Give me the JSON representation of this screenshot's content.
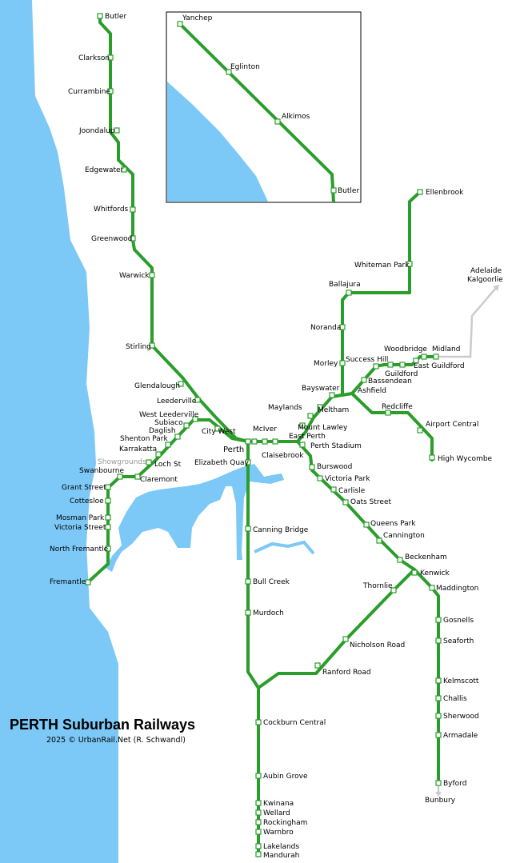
{
  "title": "PERTH Suburban Railways",
  "credit": "2025 © UrbanRail.Net (R. Schwandl)",
  "colors": {
    "line": "#2a9d2a",
    "water": "#7cc8f7",
    "extension": "#cccccc",
    "background": "#ffffff"
  },
  "inset": {
    "stations": [
      "Yanchep",
      "Eglinton",
      "Alkimos",
      "Butler"
    ]
  },
  "stations": {
    "butler": "Butler",
    "clarkson": "Clarkson",
    "currambine": "Currambine",
    "joondalup": "Joondalup",
    "edgewater": "Edgewater",
    "whitfords": "Whitfords",
    "greenwood": "Greenwood",
    "warwick": "Warwick",
    "stirling": "Stirling",
    "glendalough": "Glendalough",
    "leederville": "Leederville",
    "city_west": "City West",
    "perth": "Perth",
    "elizabeth_quay": "Elizabeth Quay",
    "west_leederville": "West Leederville",
    "subiaco": "Subiaco",
    "daglish": "Daglish",
    "shenton_park": "Shenton Park",
    "karrakatta": "Karrakatta",
    "showgrounds": "Showgrounds",
    "loch_st": "Loch St",
    "claremont": "Claremont",
    "swanbourne": "Swanbourne",
    "grant_street": "Grant Street",
    "cottesloe": "Cottesloe",
    "mosman_park": "Mosman Park",
    "victoria_street": "Victoria Street",
    "north_fremantle": "North Fremantle",
    "fremantle": "Fremantle",
    "ellenbrook": "Ellenbrook",
    "whiteman_park": "Whiteman Park",
    "ballajura": "Ballajura",
    "noranda": "Noranda",
    "morley": "Morley",
    "adelaide": "Adelaide",
    "kalgoorlie": "Kalgoorlie",
    "midland": "Midland",
    "woodbridge": "Woodbridge",
    "east_guildford": "East Guildford",
    "success_hill": "Success Hill",
    "guildford": "Guildford",
    "bassendean": "Bassendean",
    "ashfield": "Ashfield",
    "bayswater": "Bayswater",
    "meltham": "Meltham",
    "maylands": "Maylands",
    "mount_lawley": "Mount Lawley",
    "mcIver": "McIver",
    "east_perth": "East Perth",
    "claisebrook": "Claisebrook",
    "perth_stadium": "Perth Stadium",
    "redcliffe": "Redcliffe",
    "airport_central": "Airport Central",
    "high_wycombe": "High Wycombe",
    "burswood": "Burswood",
    "victoria_park": "Victoria Park",
    "carlisle": "Carlisle",
    "oats_street": "Oats Street",
    "queens_park": "Queens Park",
    "cannington": "Cannington",
    "beckenham": "Beckenham",
    "kenwick": "Kenwick",
    "maddington": "Maddington",
    "gosnells": "Gosnells",
    "seaforth": "Seaforth",
    "kelmscott": "Kelmscott",
    "challis": "Challis",
    "sherwood": "Sherwood",
    "armadale": "Armadale",
    "byford": "Byford",
    "bunbury": "Bunbury",
    "thornlie": "Thornlie",
    "nicholson_road": "Nicholson Road",
    "ranford_road": "Ranford Road",
    "canning_bridge": "Canning Bridge",
    "bull_creek": "Bull Creek",
    "murdoch": "Murdoch",
    "cockburn_central": "Cockburn Central",
    "aubin_grove": "Aubin Grove",
    "kwinana": "Kwinana",
    "wellard": "Wellard",
    "rockingham": "Rockingham",
    "warnbro": "Warnbro",
    "lakelands": "Lakelands",
    "mandurah": "Mandurah"
  }
}
